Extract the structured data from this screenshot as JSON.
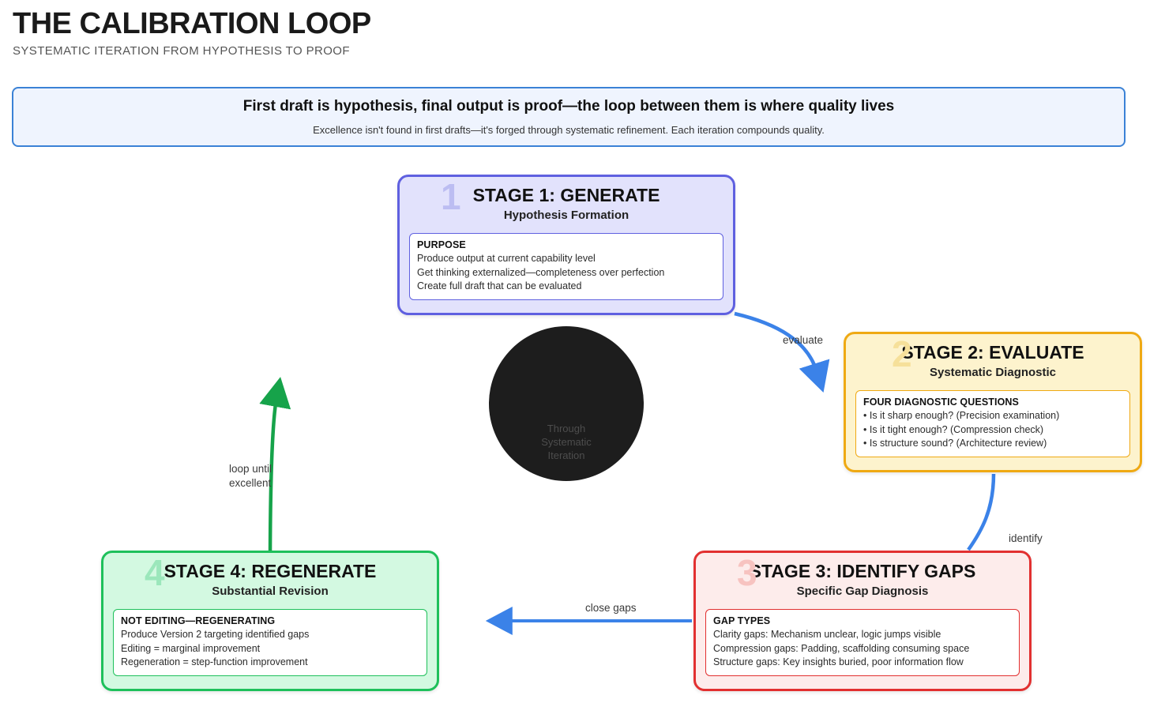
{
  "header": {
    "title": "THE CALIBRATION LOOP",
    "subtitle": "SYSTEMATIC ITERATION FROM HYPOTHESIS TO PROOF"
  },
  "banner": {
    "title": "First draft is hypothesis, final output is proof—the loop between them is where quality lives",
    "subtitle": "Excellence isn't found in first drafts—it's forged through systematic refinement. Each iteration compounds quality.",
    "border_color": "#3b82d6",
    "fill_color": "#eff4fe"
  },
  "hub": {
    "line1": "Through",
    "line2": "Systematic",
    "line3": "Iteration",
    "fill_color": "#1d1d1d"
  },
  "stages": [
    {
      "number": "1",
      "title": "STAGE 1: GENERATE",
      "subtitle": "Hypothesis Formation",
      "panel_heading": "PURPOSE",
      "panel_lines": [
        "Produce output at current capability level",
        "Get thinking externalized—completeness over perfection",
        "Create full draft that can be evaluated"
      ],
      "border_color": "#5f60e0",
      "fill_color": "#e2e2fc"
    },
    {
      "number": "2",
      "title": "STAGE 2: EVALUATE",
      "subtitle": "Systematic Diagnostic",
      "panel_heading": "FOUR DIAGNOSTIC QUESTIONS",
      "panel_lines": [
        "• Is it sharp enough? (Precision examination)",
        "• Is it tight enough? (Compression check)",
        "• Is structure sound? (Architecture review)"
      ],
      "border_color": "#efa913",
      "fill_color": "#fdf3cd"
    },
    {
      "number": "3",
      "title": "STAGE 3: IDENTIFY GAPS",
      "subtitle": "Specific Gap Diagnosis",
      "panel_heading": "GAP TYPES",
      "panel_lines": [
        "Clarity gaps: Mechanism unclear, logic jumps visible",
        "Compression gaps: Padding, scaffolding consuming space",
        "Structure gaps: Key insights buried, poor information flow"
      ],
      "border_color": "#e23030",
      "fill_color": "#fdeceb"
    },
    {
      "number": "4",
      "title": "STAGE 4: REGENERATE",
      "subtitle": "Substantial Revision",
      "panel_heading": "NOT EDITING—REGENERATING",
      "panel_lines": [
        "Produce Version 2 targeting identified gaps",
        "Editing = marginal improvement",
        "Regeneration = step-function improvement"
      ],
      "border_color": "#1ec05b",
      "fill_color": "#d3f9e1"
    }
  ],
  "edges": [
    {
      "label": "evaluate",
      "color": "#3b82e8",
      "from": "stage-1",
      "to": "stage-2"
    },
    {
      "label": "identify",
      "color": "#3b82e8",
      "from": "stage-2",
      "to": "stage-3"
    },
    {
      "label": "close gaps",
      "color": "#3b82e8",
      "from": "stage-3",
      "to": "stage-4"
    },
    {
      "label": "loop until\nexcellent",
      "color": "#16a34a",
      "from": "stage-4",
      "to": "stage-1"
    }
  ]
}
